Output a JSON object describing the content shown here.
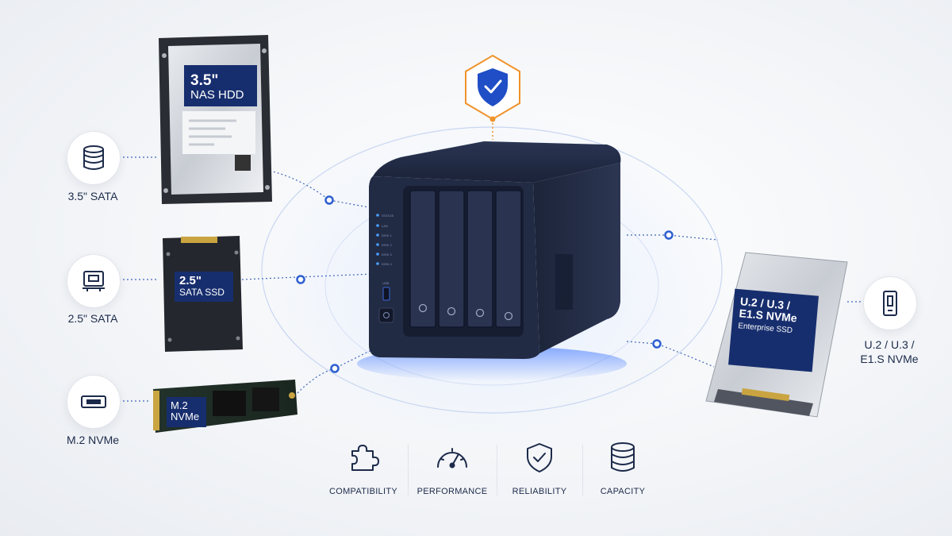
{
  "categories": [
    {
      "id": "sata35",
      "label": "3.5\" SATA",
      "icon": "hdd-stack-icon"
    },
    {
      "id": "sata25",
      "label": "2.5\" SATA",
      "icon": "ssd-icon"
    },
    {
      "id": "m2",
      "label": "M.2 NVMe",
      "icon": "m2-slot-icon"
    },
    {
      "id": "u2",
      "label": "U.2 / U.3 /\nE1.S NVMe",
      "icon": "u2-drive-icon"
    }
  ],
  "drives": {
    "hdd": {
      "line1": "3.5\"",
      "line2": "NAS HDD"
    },
    "ssd": {
      "line1": "2.5\"",
      "line2": "SATA SSD"
    },
    "m2": {
      "line1": "M.2",
      "line2": "NVMe"
    },
    "enterprise": {
      "line1": "U.2 / U.3 /",
      "line2": "E1.S NVMe",
      "line3": "Enterprise SSD"
    }
  },
  "nas": {
    "leds": [
      "STATUS",
      "LAN",
      "DISK 1",
      "DISK 2",
      "DISK 3",
      "DISK 4"
    ],
    "bays": 4,
    "usb_label": "USB"
  },
  "features": [
    {
      "label": "COMPATIBILITY",
      "icon": "puzzle-icon"
    },
    {
      "label": "PERFORMANCE",
      "icon": "speedometer-icon"
    },
    {
      "label": "RELIABILITY",
      "icon": "shield-check-icon"
    },
    {
      "label": "CAPACITY",
      "icon": "database-icon"
    }
  ],
  "colors": {
    "accent": "#1f5fe0",
    "plate": "#172e6e",
    "orange": "#f0932b",
    "nas_body": "#1e2740"
  }
}
